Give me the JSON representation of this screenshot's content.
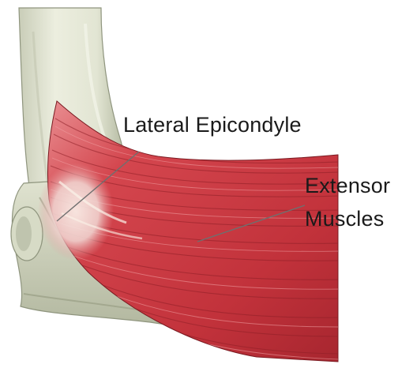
{
  "labels": {
    "lateral_epicondyle": "Lateral Epicondyle",
    "extensor_line1": "Extensor",
    "extensor_line2": "Muscles"
  },
  "colors": {
    "background": "#ffffff",
    "bone": "#e4e6d6",
    "bone_shadow": "#a9ae98",
    "muscle": "#c8373f",
    "muscle_dark": "#8e1f27",
    "tendon": "#f2eadf",
    "leader_line": "#6f6f6f",
    "label_text": "#1a1a1a"
  }
}
